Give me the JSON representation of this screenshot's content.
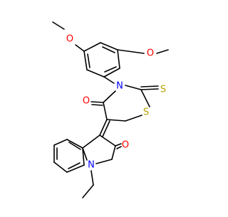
{
  "molecule": {
    "colors": {
      "bond": "#000000",
      "oxygen": "#ff0000",
      "nitrogen": "#0000ff",
      "sulfur": "#b8a000"
    },
    "atom_labels": {
      "o_methoxy_left": "O",
      "o_methoxy_right": "O",
      "o_carbonyl_top": "O",
      "o_carbonyl_bottom": "O",
      "n_top": "N",
      "n_bottom": "N",
      "s_ring": "S",
      "s_thione": "S"
    }
  }
}
